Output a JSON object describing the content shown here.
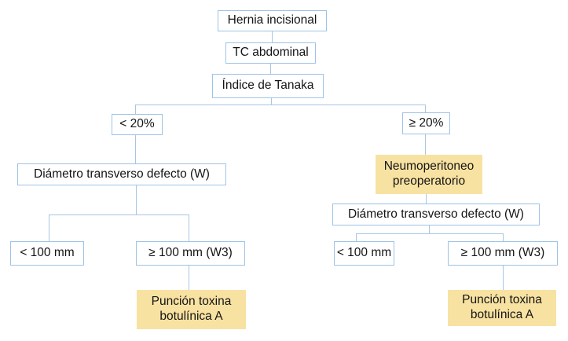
{
  "diagram": {
    "nodes": {
      "hernia": {
        "label": "Hernia incisional"
      },
      "tc": {
        "label": "TC abdominal"
      },
      "tanaka": {
        "label": "Índice de Tanaka"
      },
      "lt20": {
        "label": "< 20%"
      },
      "ge20": {
        "label": "≥ 20%"
      },
      "diam_left": {
        "label": "Diámetro transverso defecto (W)"
      },
      "neumo": {
        "label": "Neumoperitoneo preoperatorio"
      },
      "diam_right": {
        "label": "Diámetro transverso defecto (W)"
      },
      "lt100_left": {
        "label": "< 100 mm"
      },
      "ge100_left": {
        "label": "≥ 100 mm (W3)"
      },
      "lt100_right": {
        "label": "< 100 mm"
      },
      "ge100_right": {
        "label": "≥ 100 mm (W3)"
      },
      "botox_left": {
        "label": "Punción toxina botulínica A"
      },
      "botox_right": {
        "label": "Punción toxina botulínica A"
      }
    },
    "colors": {
      "highlight_fill": "#F8E2A2",
      "box_border": "#9DC3E6",
      "connector": "#A8C6E4",
      "text": "#141414"
    }
  }
}
